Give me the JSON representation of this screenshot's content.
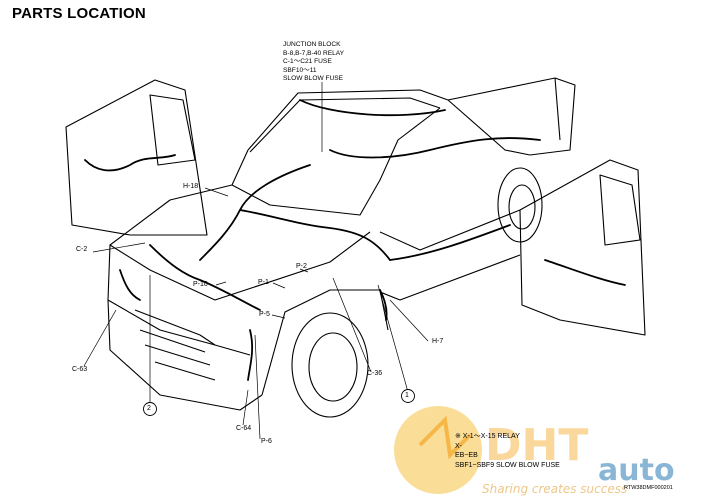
{
  "title": "PARTS LOCATION",
  "junction_block": [
    "JUNCTION BLOCK",
    "B-8,B-7,B-40 RELAY",
    "C-1～C21 FUSE",
    "SBF10～11",
    "SLOW BLOW FUSE"
  ],
  "callouts": {
    "h18": "H-18",
    "c2": "C-2",
    "p10": "P-10",
    "p1": "P-1",
    "p2": "P-2",
    "p5": "P-5",
    "c63": "C-63",
    "c64": "C-64",
    "p6": "P-6",
    "c36": "C-36",
    "h7": "H-7",
    "num2": "2",
    "num1": "1"
  },
  "legend": [
    "※ X-1～X-15   RELAY",
    "X-",
    "EB~EB",
    "SBF1~SBF9  SLOW BLOW FUSE"
  ],
  "image_code": "RTW38DMF000201",
  "watermark": {
    "brand": "DHT auto",
    "slogan": "Sharing creates success"
  }
}
